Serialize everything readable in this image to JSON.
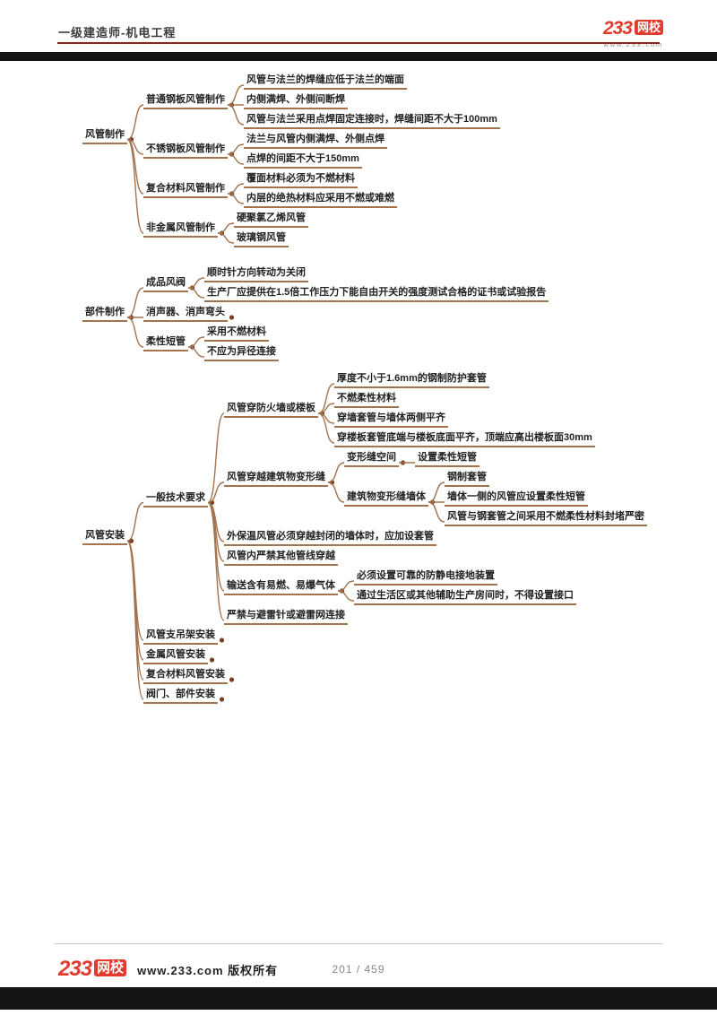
{
  "page": {
    "header": {
      "title": "一级建造师-机电工程",
      "logo": {
        "part1": "233",
        "part2": "网校",
        "site": "www.233.com"
      }
    },
    "footer": {
      "logo": {
        "part1": "233",
        "part2": "网校"
      },
      "copyright": "www.233.com 版权所有",
      "page_number": "201 / 459"
    }
  },
  "colors": {
    "brand_red": "#e23a2d",
    "header_rule": "#8f261b",
    "divider_bar": "#141414",
    "line": "#a3734d",
    "dot": "#7a3f22",
    "node_text": "#222222",
    "page_number_gray": "#888888"
  },
  "mindmap": {
    "roots": [
      {
        "label": "风管制作",
        "children": [
          {
            "label": "普通钢板风管制作",
            "children": [
              {
                "label": "风管与法兰的焊缝应低于法兰的端面"
              },
              {
                "label": "内侧满焊、外侧间断焊"
              },
              {
                "label": "风管与法兰采用点焊固定连接时，焊缝间距不大于100mm"
              }
            ]
          },
          {
            "label": "不锈钢板风管制作",
            "children": [
              {
                "label": "法兰与风管内侧满焊、外侧点焊"
              },
              {
                "label": "点焊的间距不大于150mm"
              }
            ]
          },
          {
            "label": "复合材料风管制作",
            "children": [
              {
                "label": "覆面材料必须为不燃材料"
              },
              {
                "label": "内层的绝热材料应采用不燃或难燃"
              }
            ]
          },
          {
            "label": "非金属风管制作",
            "children": [
              {
                "label": "硬聚氯乙烯风管"
              },
              {
                "label": "玻璃钢风管"
              }
            ]
          }
        ]
      },
      {
        "label": "部件制作",
        "children": [
          {
            "label": "成品风阀",
            "children": [
              {
                "label": "顺时针方向转动为关闭"
              },
              {
                "label": "生产厂应提供在1.5倍工作压力下能自由开关的强度测试合格的证书或试验报告"
              }
            ]
          },
          {
            "label": "消声器、消声弯头"
          },
          {
            "label": "柔性短管",
            "children": [
              {
                "label": "采用不燃材料"
              },
              {
                "label": "不应为异径连接"
              }
            ]
          }
        ]
      },
      {
        "label": "风管安装",
        "children": [
          {
            "label": "一般技术要求",
            "children": [
              {
                "label": "风管穿防火墙或楼板",
                "children": [
                  {
                    "label": "厚度不小于1.6mm的钢制防护套管"
                  },
                  {
                    "label": "不燃柔性材料"
                  },
                  {
                    "label": "穿墙套管与墙体两侧平齐"
                  },
                  {
                    "label": "穿楼板套管底端与楼板底面平齐，顶端应高出楼板面30mm"
                  }
                ]
              },
              {
                "label": "风管穿越建筑物变形缝",
                "children": [
                  {
                    "label": "变形缝空间",
                    "children": [
                      {
                        "label": "设置柔性短管"
                      }
                    ]
                  },
                  {
                    "label": "建筑物变形缝墙体",
                    "children": [
                      {
                        "label": "钢制套管"
                      },
                      {
                        "label": "墙体一侧的风管应设置柔性短管"
                      },
                      {
                        "label": "风管与钢套管之间采用不燃柔性材料封堵严密"
                      }
                    ]
                  }
                ]
              },
              {
                "label": "外保温风管必须穿越封闭的墙体时，应加设套管"
              },
              {
                "label": "风管内严禁其他管线穿越"
              },
              {
                "label": "输送含有易燃、易爆气体",
                "children": [
                  {
                    "label": "必须设置可靠的防静电接地装置"
                  },
                  {
                    "label": "通过生活区或其他辅助生产房间时，不得设置接口"
                  }
                ]
              },
              {
                "label": "严禁与避雷针或避雷网连接"
              }
            ]
          },
          {
            "label": "风管支吊架安装"
          },
          {
            "label": "金属风管安装"
          },
          {
            "label": "复合材料风管安装"
          },
          {
            "label": "阀门、部件安装"
          }
        ]
      }
    ]
  }
}
